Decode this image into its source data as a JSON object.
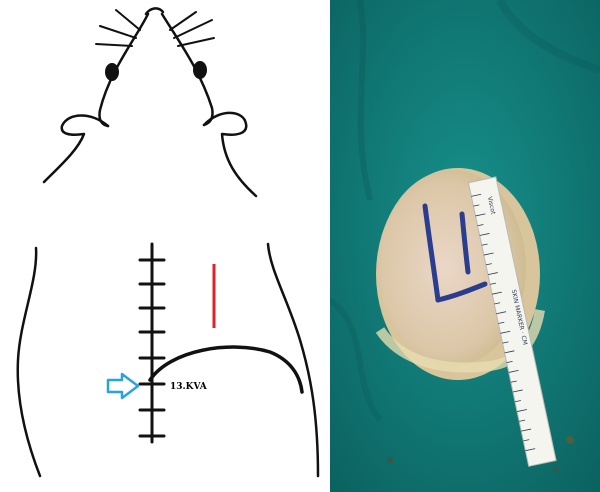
{
  "figure": {
    "left_panel": {
      "vertebra_level_label": "13.KVA",
      "arrow_color": "#29a3e0",
      "incision_color": "#e0202a",
      "outline_color": "#111111"
    },
    "right_panel": {
      "drape_color": "#127f7c",
      "skin_marking_text": "L",
      "ruler_brand_text": "Viscot",
      "ruler_label_text": "SKIN MARKER · CM",
      "ink_color": "#2a3d8f"
    }
  }
}
